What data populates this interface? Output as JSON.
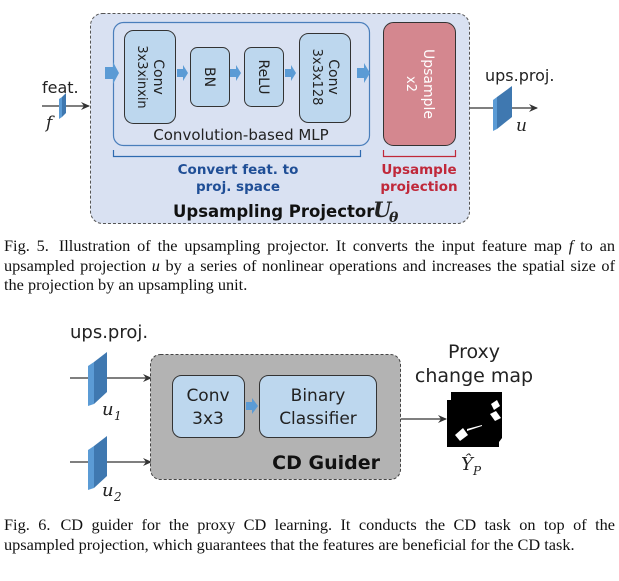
{
  "figure5": {
    "input_label": "feat.",
    "input_symbol": "f",
    "output_label": "ups.proj.",
    "output_symbol": "u",
    "mlp_blocks": [
      {
        "line1": "Conv",
        "line2": "3x3xinxin"
      },
      {
        "line1": "BN",
        "line2": ""
      },
      {
        "line1": "ReLU",
        "line2": ""
      },
      {
        "line1": "Conv",
        "line2": "3x3x128"
      }
    ],
    "mlp_group_label": "Convolution-based MLP",
    "upsample_block": {
      "line1": "Upsample",
      "line2": "x2"
    },
    "convert_annotation": {
      "line1": "Convert feat. to",
      "line2": "proj. space"
    },
    "upsample_annotation": {
      "line1": "Upsample",
      "line2": "projection"
    },
    "module_title": "Upsampling Projector",
    "module_symbol": "U",
    "module_symbol_sub": "θ",
    "caption": {
      "number": "Fig. 5.",
      "text_a": "Illustration of the upsampling projector. It converts the input feature map ",
      "sym_f": "f",
      "text_b": " to an upsampled projection ",
      "sym_u": "u",
      "text_c": " by a series of nonlinear operations and increases the spatial size of the projection by an upsampling unit."
    }
  },
  "figure6": {
    "input_label": "ups.proj.",
    "input1_symbol": "u",
    "input1_sub": "1",
    "input2_symbol": "u",
    "input2_sub": "2",
    "blocks": [
      {
        "line1": "Conv",
        "line2": "3x3"
      },
      {
        "line1": "Binary",
        "line2": "Classifier"
      }
    ],
    "module_title": "CD Guider",
    "output_label_line1": "Proxy",
    "output_label_line2": "change map",
    "output_symbol": "Ŷ",
    "output_sub": "P",
    "caption": {
      "number": "Fig. 6.",
      "text": "CD guider for the proxy CD learning. It conducts the CD task on top of the upsampled projection, which guarantees that the features are beneficial for the CD task."
    }
  },
  "colors": {
    "module_bg": "#d9e1f2",
    "block_fill": "#bdd7ee",
    "upsample_fill": "#d4878f",
    "arrow_blue": "#5b9bd5",
    "convert_text": "#1f4e96",
    "upsample_text": "#c0283a",
    "guider_bg": "#b3b3b3",
    "feature_front": "#5b9bd5",
    "feature_side": "#3f78b0"
  }
}
